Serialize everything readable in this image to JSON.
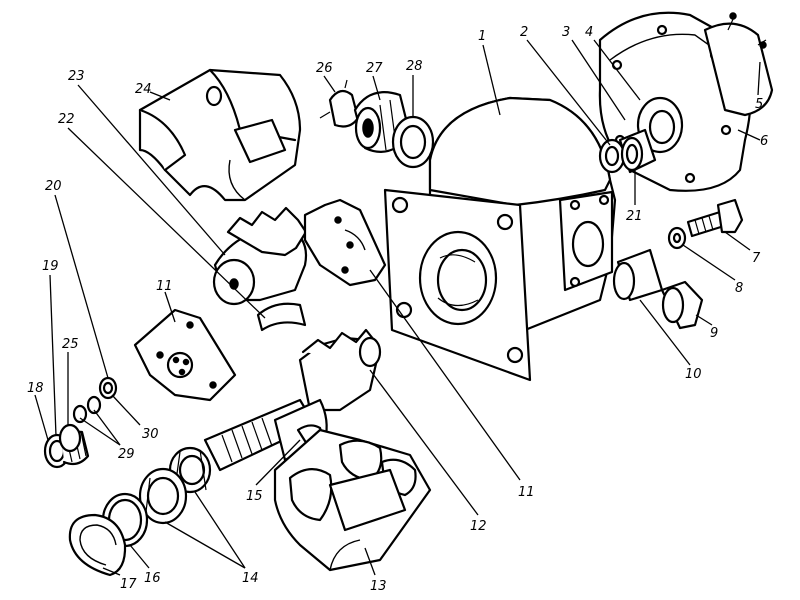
{
  "callouts": [
    "1",
    "2",
    "3",
    "4",
    "5",
    "6",
    "7",
    "8",
    "9",
    "10",
    "11",
    "11",
    "12",
    "13",
    "14",
    "15",
    "16",
    "17",
    "18",
    "19",
    "20",
    "21",
    "22",
    "23",
    "24",
    "25",
    "26",
    "27",
    "28",
    "29",
    "30"
  ]
}
